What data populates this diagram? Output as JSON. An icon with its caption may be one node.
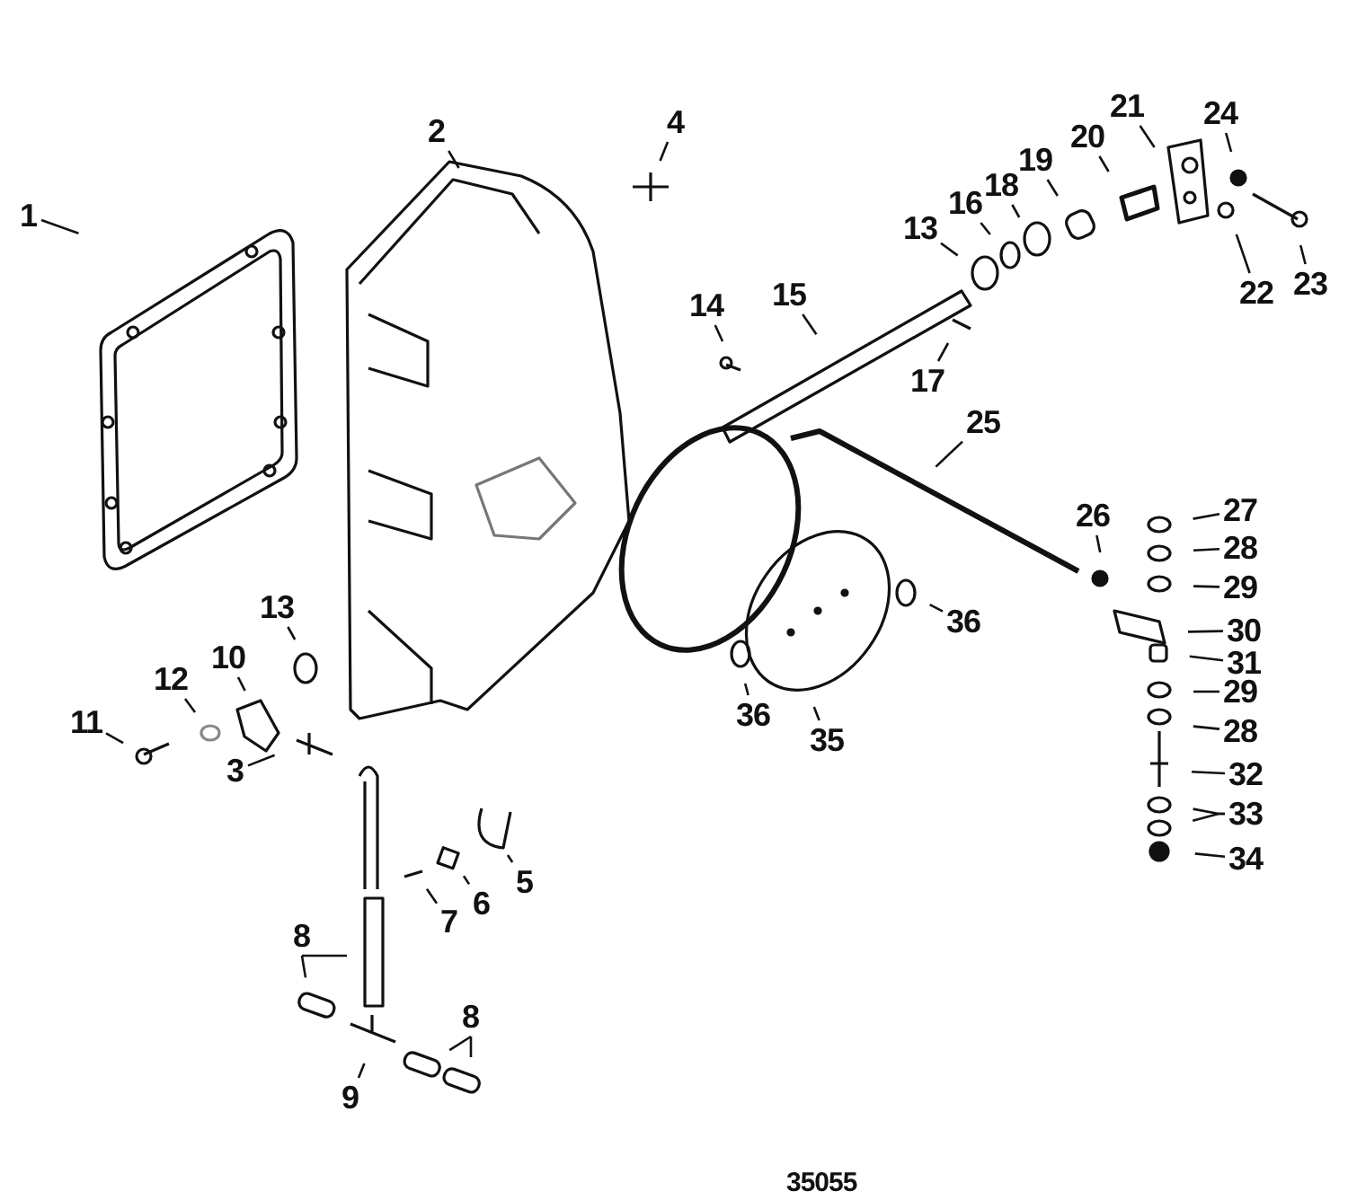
{
  "diagram": {
    "nodes": [
      {
        "text": [
          "1"
        ]
      },
      {
        "text": [
          "2"
        ]
      },
      {
        "text": [
          "4"
        ]
      },
      {
        "text": [
          "21"
        ]
      },
      {
        "text": [
          "24"
        ]
      },
      {
        "text": [
          "20"
        ]
      },
      {
        "text": [
          "19"
        ]
      },
      {
        "text": [
          "18"
        ]
      },
      {
        "text": [
          "16"
        ]
      },
      {
        "text": [
          "13"
        ]
      },
      {
        "text": [
          "22"
        ]
      },
      {
        "text": [
          "23"
        ]
      },
      {
        "text": [
          "15"
        ]
      },
      {
        "text": [
          "14"
        ]
      },
      {
        "text": [
          "17"
        ]
      },
      {
        "text": [
          "25"
        ]
      },
      {
        "text": [
          "26"
        ]
      },
      {
        "text": [
          "27"
        ]
      },
      {
        "text": [
          "28"
        ]
      },
      {
        "text": [
          "29"
        ]
      },
      {
        "text": [
          "30"
        ]
      },
      {
        "text": [
          "13"
        ]
      },
      {
        "text": [
          "36"
        ]
      },
      {
        "text": [
          "10"
        ]
      },
      {
        "text": [
          "31"
        ]
      },
      {
        "text": [
          "29"
        ]
      },
      {
        "text": [
          "12"
        ]
      },
      {
        "text": [
          "28"
        ]
      },
      {
        "text": [
          "36"
        ]
      },
      {
        "text": [
          "35"
        ]
      },
      {
        "text": [
          "11"
        ]
      },
      {
        "text": [
          "3"
        ]
      },
      {
        "text": [
          "32"
        ]
      },
      {
        "text": [
          "33"
        ]
      },
      {
        "text": [
          "34"
        ]
      },
      {
        "text": [
          "5"
        ]
      },
      {
        "text": [
          "6"
        ]
      },
      {
        "text": [
          "7"
        ]
      },
      {
        "text": [
          "8"
        ]
      },
      {
        "text": [
          "8"
        ]
      },
      {
        "text": [
          "9"
        ]
      }
    ],
    "edges": [
      {
        "from": 0,
        "to": null,
        "arrow": "none"
      },
      {
        "from": 1,
        "to": null,
        "arrow": "none"
      },
      {
        "from": 2,
        "to": null,
        "arrow": "none"
      },
      {
        "from": 3,
        "to": null,
        "arrow": "none"
      },
      {
        "from": 4,
        "to": null,
        "arrow": "none"
      },
      {
        "from": 5,
        "to": null,
        "arrow": "none"
      },
      {
        "from": 6,
        "to": null,
        "arrow": "none"
      },
      {
        "from": 7,
        "to": null,
        "arrow": "none"
      },
      {
        "from": 8,
        "to": null,
        "arrow": "none"
      },
      {
        "from": 9,
        "to": null,
        "arrow": "none"
      },
      {
        "from": 10,
        "to": null,
        "arrow": "none"
      },
      {
        "from": 11,
        "to": null,
        "arrow": "none"
      },
      {
        "from": 12,
        "to": null,
        "arrow": "none"
      },
      {
        "from": 13,
        "to": null,
        "arrow": "none"
      },
      {
        "from": 14,
        "to": null,
        "arrow": "none"
      },
      {
        "from": 15,
        "to": null,
        "arrow": "none"
      },
      {
        "from": 16,
        "to": null,
        "arrow": "none"
      },
      {
        "from": 17,
        "to": null,
        "arrow": "none"
      },
      {
        "from": 18,
        "to": null,
        "arrow": "none"
      },
      {
        "from": 19,
        "to": null,
        "arrow": "none"
      },
      {
        "from": 20,
        "to": null,
        "arrow": "none"
      },
      {
        "from": 21,
        "to": null,
        "arrow": "none"
      },
      {
        "from": 22,
        "to": null,
        "arrow": "none"
      },
      {
        "from": 23,
        "to": null,
        "arrow": "none"
      },
      {
        "from": 24,
        "to": null,
        "arrow": "none"
      },
      {
        "from": 25,
        "to": null,
        "arrow": "none"
      },
      {
        "from": 26,
        "to": null,
        "arrow": "none"
      },
      {
        "from": 27,
        "to": null,
        "arrow": "none"
      },
      {
        "from": 28,
        "to": null,
        "arrow": "none"
      },
      {
        "from": 29,
        "to": null,
        "arrow": "none"
      },
      {
        "from": 30,
        "to": null,
        "arrow": "none"
      },
      {
        "from": 31,
        "to": null,
        "arrow": "none"
      },
      {
        "from": 32,
        "to": null,
        "arrow": "none"
      },
      {
        "from": 33,
        "to": null,
        "arrow": "none"
      },
      {
        "from": 33,
        "to": null,
        "arrow": "none"
      },
      {
        "from": 34,
        "to": null,
        "arrow": "none"
      },
      {
        "from": 35,
        "to": null,
        "arrow": "none"
      },
      {
        "from": 36,
        "to": null,
        "arrow": "none"
      },
      {
        "from": 37,
        "to": null,
        "arrow": "none"
      },
      {
        "from": 38,
        "to": null,
        "arrow": "none"
      },
      {
        "from": 38,
        "to": null,
        "arrow": "none"
      },
      {
        "from": 39,
        "to": null,
        "arrow": "none"
      },
      {
        "from": 39,
        "to": null,
        "arrow": "none"
      },
      {
        "from": 40,
        "to": null,
        "arrow": "none"
      }
    ],
    "labels": [
      "35055"
    ]
  }
}
